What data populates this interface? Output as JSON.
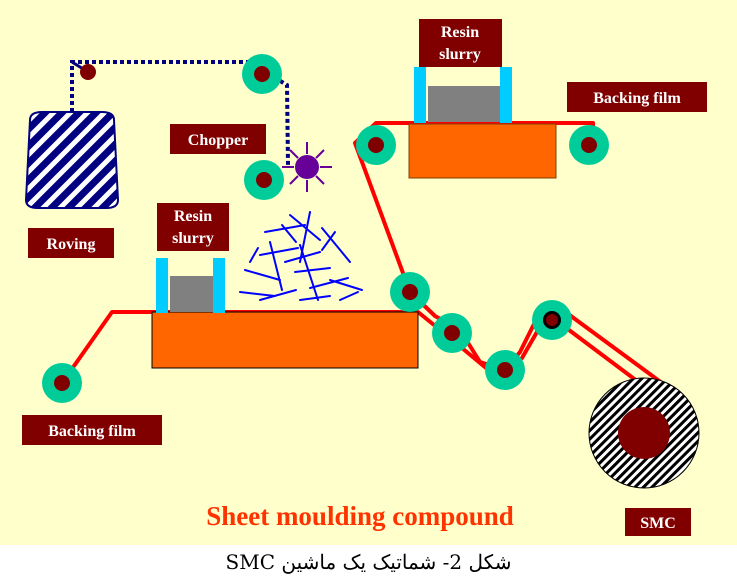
{
  "diagram": {
    "title": "Sheet moulding compound",
    "labels": {
      "chopper": "Chopper",
      "roving": "Roving",
      "resin_slurry_left_1": "Resin",
      "resin_slurry_left_2": "slurry",
      "resin_slurry_right_1": "Resin",
      "resin_slurry_right_2": "slurry",
      "backing_film_top": "Backing film",
      "backing_film_bottom": "Backing film",
      "smc": "SMC"
    },
    "colors": {
      "background": "#ffffcc",
      "belt": "#ff0000",
      "roller_ring": "#00cc99",
      "roller_core": "#800000",
      "label_box": "#800000",
      "tray": "#ff6600",
      "resin_walls": "#00ccff",
      "resin_fill": "#808080",
      "fibers": "#0000ff",
      "chopper": "#660099",
      "title": "#ff3300"
    }
  },
  "caption": "شکل 2- شماتیک یک ماشین SMC"
}
